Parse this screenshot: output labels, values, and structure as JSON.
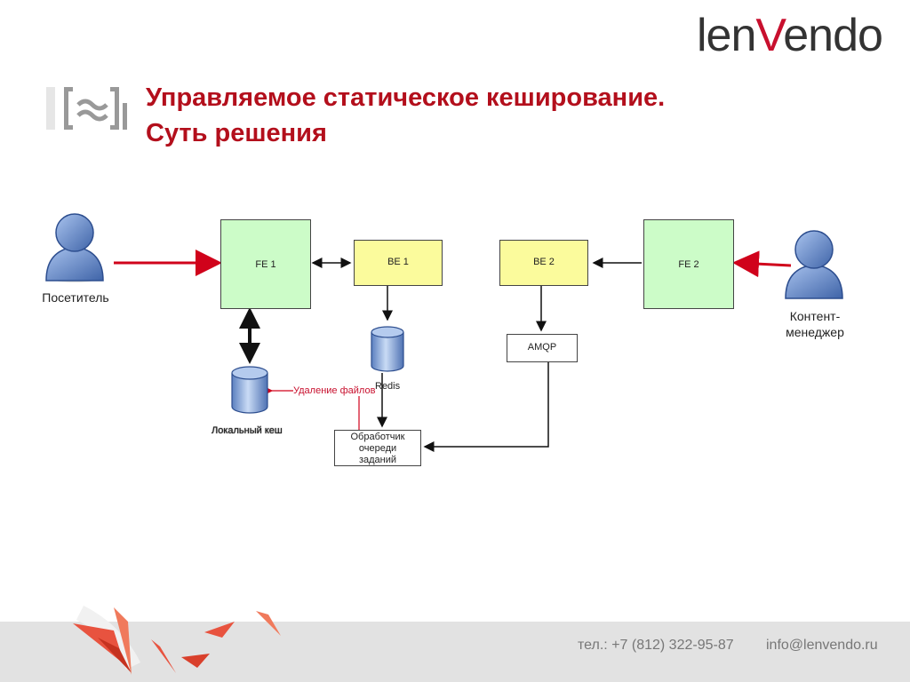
{
  "brand": {
    "name_part1": "len",
    "name_part2": "V",
    "name_part3": "endo"
  },
  "slide": {
    "title_line1": "Управляемое статическое кеширование.",
    "title_line2": "Суть решения"
  },
  "diagram": {
    "visitor_label": "Посетитель",
    "content_manager_line1": "Контент-",
    "content_manager_line2": "менеджер",
    "fe1": "FE 1",
    "fe2": "FE 2",
    "be1": "BE 1",
    "be2": "BE 2",
    "amqp": "AMQP",
    "redis": "Redis",
    "local_cache": "Локальный кеш",
    "file_deletion": "Удаление файлов",
    "queue_handler_line1": "Обработчик",
    "queue_handler_line2": "очереди",
    "queue_handler_line3": "заданий"
  },
  "footer": {
    "phone": "тел.: +7 (812) 322-95-87",
    "email": "info@lenvendo.ru"
  },
  "colors": {
    "accent": "#c8102e",
    "fe_fill": "#ccfcc8",
    "be_fill": "#fbfb9c",
    "user_blue": "#5b83c4"
  }
}
